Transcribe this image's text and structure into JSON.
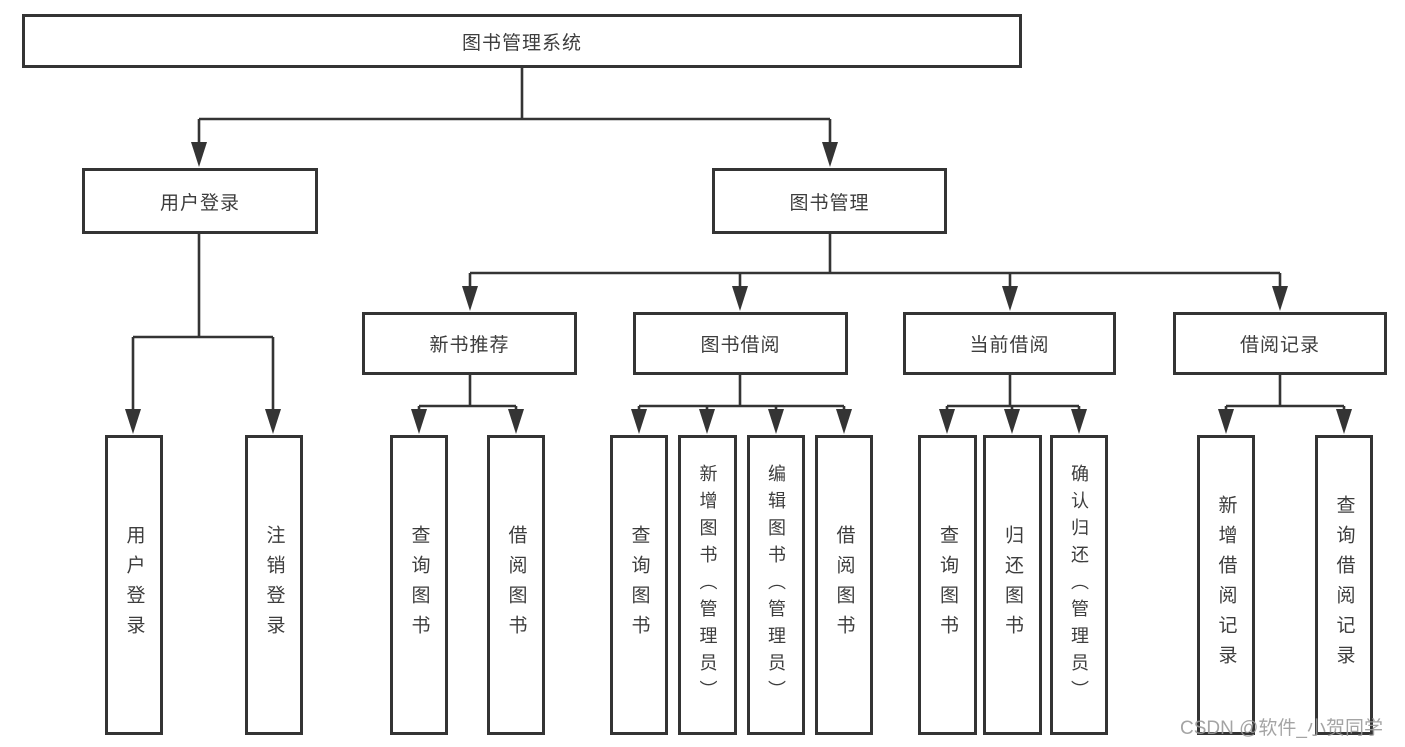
{
  "diagram": {
    "watermark": "CSDN @软件_小贺同学",
    "colors": {
      "line": "#343434",
      "box_border": "#343434",
      "text": "#3d3d3d",
      "background": "#ffffff",
      "watermark": "#9b9b9b"
    }
  },
  "nodes": {
    "root": "图书管理系统",
    "level2": [
      "用户登录",
      "图书管理"
    ],
    "level3": [
      "新书推荐",
      "图书借阅",
      "当前借阅",
      "借阅记录"
    ],
    "leaves": [
      "用户登录",
      "注销登录",
      "查询图书",
      "借阅图书",
      "查询图书",
      "新增图书（管理员）",
      "编辑图书（管理员）",
      "借阅图书",
      "查询图书",
      "归还图书",
      "确认归还（管理员）",
      "新增借阅记录",
      "查询借阅记录"
    ]
  }
}
